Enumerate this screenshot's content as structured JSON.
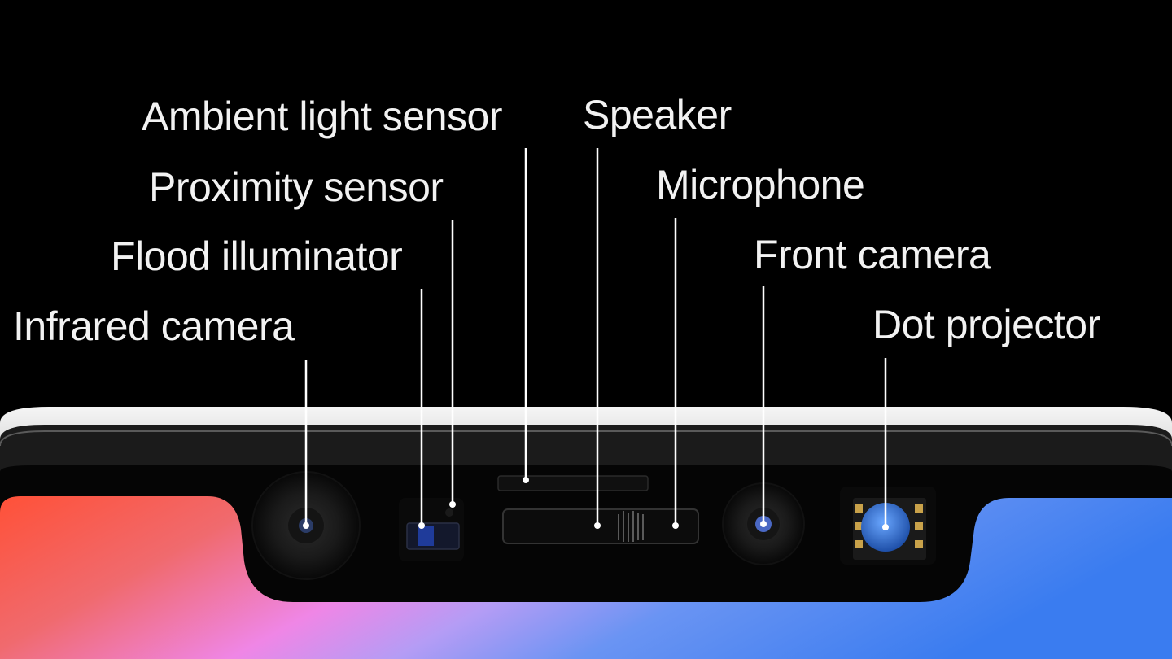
{
  "labels": {
    "ambient_light_sensor": "Ambient light sensor",
    "speaker": "Speaker",
    "proximity_sensor": "Proximity sensor",
    "microphone": "Microphone",
    "flood_illuminator": "Flood illuminator",
    "front_camera": "Front camera",
    "infrared_camera": "Infrared camera",
    "dot_projector": "Dot projector"
  },
  "colors": {
    "background": "#000000",
    "label_text": "#f2f2f2",
    "leader_line": "#ffffff",
    "phone_frame": "#d9d9d9",
    "notch": "#0d0d0d",
    "screen_left": "#ff5a3c",
    "screen_middle": "#e77df0",
    "screen_right": "#3f7ff0"
  }
}
